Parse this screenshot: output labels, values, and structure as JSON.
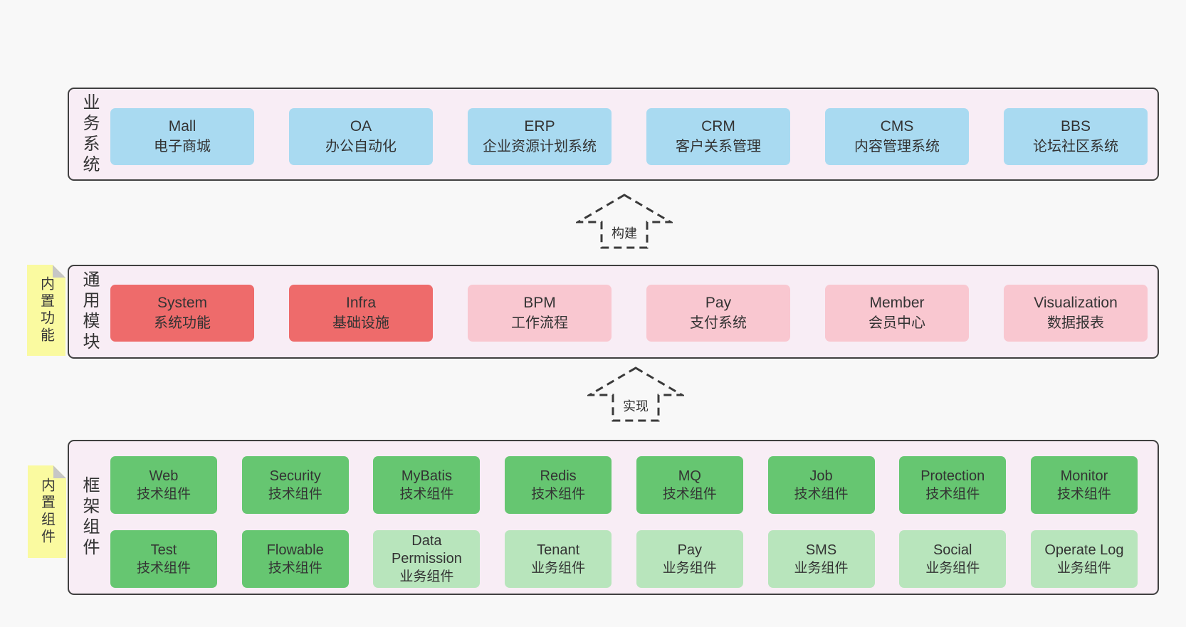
{
  "palette": {
    "page_bg": "#f8f8f8",
    "layer_bg": "#f8edf5",
    "layer_border": "#404040",
    "blue_box": "#a9daf1",
    "red_box": "#ee6b6b",
    "pink_box": "#f9c7d0",
    "green_box": "#66c671",
    "light_green_box": "#b8e5bc",
    "note_yellow": "#fafaa0",
    "text": "#333333"
  },
  "layers": {
    "business": {
      "label": "业务系统",
      "boxes": [
        {
          "title": "Mall",
          "subtitle": "电子商城"
        },
        {
          "title": "OA",
          "subtitle": "办公自动化"
        },
        {
          "title": "ERP",
          "subtitle": "企业资源计划系统"
        },
        {
          "title": "CRM",
          "subtitle": "客户关系管理"
        },
        {
          "title": "CMS",
          "subtitle": "内容管理系统"
        },
        {
          "title": "BBS",
          "subtitle": "论坛社区系统"
        }
      ]
    },
    "modules": {
      "label": "通用模块",
      "note": "内置功能",
      "boxes": [
        {
          "title": "System",
          "subtitle": "系统功能",
          "variant": "red"
        },
        {
          "title": "Infra",
          "subtitle": "基础设施",
          "variant": "red"
        },
        {
          "title": "BPM",
          "subtitle": "工作流程",
          "variant": "pink"
        },
        {
          "title": "Pay",
          "subtitle": "支付系统",
          "variant": "pink"
        },
        {
          "title": "Member",
          "subtitle": "会员中心",
          "variant": "pink"
        },
        {
          "title": "Visualization",
          "subtitle": "数据报表",
          "variant": "pink"
        }
      ]
    },
    "framework": {
      "label": "框架组件",
      "note": "内置组件",
      "row1": [
        {
          "title": "Web",
          "subtitle": "技术组件",
          "variant": "green"
        },
        {
          "title": "Security",
          "subtitle": "技术组件",
          "variant": "green"
        },
        {
          "title": "MyBatis",
          "subtitle": "技术组件",
          "variant": "green"
        },
        {
          "title": "Redis",
          "subtitle": "技术组件",
          "variant": "green"
        },
        {
          "title": "MQ",
          "subtitle": "技术组件",
          "variant": "green"
        },
        {
          "title": "Job",
          "subtitle": "技术组件",
          "variant": "green"
        },
        {
          "title": "Protection",
          "subtitle": "技术组件",
          "variant": "green"
        },
        {
          "title": "Monitor",
          "subtitle": "技术组件",
          "variant": "green"
        }
      ],
      "row2": [
        {
          "title": "Test",
          "subtitle": "技术组件",
          "variant": "green"
        },
        {
          "title": "Flowable",
          "subtitle": "技术组件",
          "variant": "green"
        },
        {
          "title": "Data Permission",
          "subtitle": "业务组件",
          "variant": "lightgreen"
        },
        {
          "title": "Tenant",
          "subtitle": "业务组件",
          "variant": "lightgreen"
        },
        {
          "title": "Pay",
          "subtitle": "业务组件",
          "variant": "lightgreen"
        },
        {
          "title": "SMS",
          "subtitle": "业务组件",
          "variant": "lightgreen"
        },
        {
          "title": "Social",
          "subtitle": "业务组件",
          "variant": "lightgreen"
        },
        {
          "title": "Operate Log",
          "subtitle": "业务组件",
          "variant": "lightgreen"
        }
      ]
    }
  },
  "arrows": {
    "build": "构建",
    "implement": "实现"
  }
}
